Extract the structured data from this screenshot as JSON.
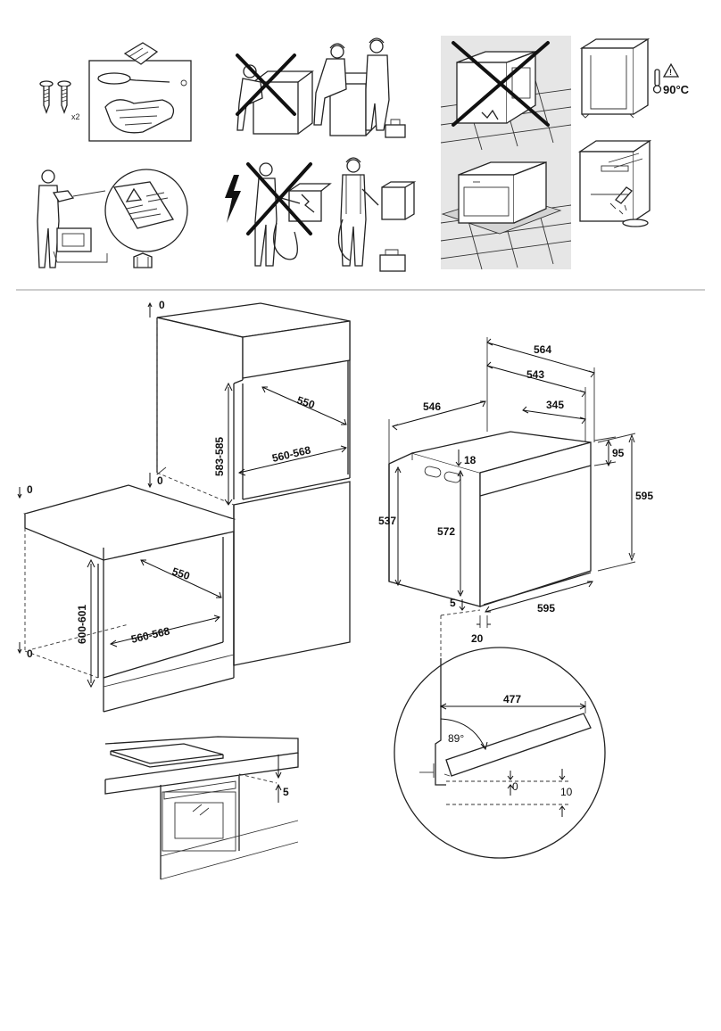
{
  "safety": {
    "screw_count": "x2",
    "temperature": "90°C"
  },
  "column_install": {
    "top_clearance": "0",
    "bottom_clearance": "0",
    "depth": "550",
    "width": "560-568",
    "height": "583-585"
  },
  "undercounter_install": {
    "top_clearance": "0",
    "bottom_clearance": "0",
    "depth": "550",
    "width": "560-568",
    "height": "600-601"
  },
  "worktop": {
    "gap": "5"
  },
  "oven_dims": {
    "total_depth": "564",
    "body_depth": "543",
    "side_depth": "345",
    "front_depth": "546",
    "panel_offset": "18",
    "panel_height": "95",
    "total_height": "595",
    "side_height": "537",
    "body_height": "572",
    "width": "595",
    "bottom_offset": "5",
    "door_offset": "20"
  },
  "door_detail": {
    "door_length": "477",
    "angle": "89°",
    "gap_min": "0",
    "gap_max": "10"
  }
}
